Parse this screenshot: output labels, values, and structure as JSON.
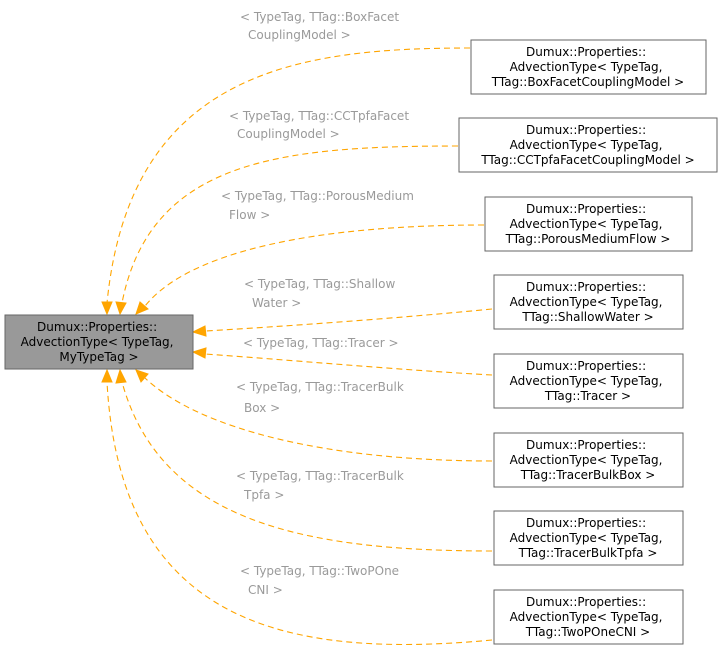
{
  "main_node": {
    "lines": [
      "Dumux::Properties::",
      "AdvectionType< TypeTag,",
      "MyTypeTag >"
    ]
  },
  "nodes": [
    {
      "id": "box-facet",
      "lines": [
        "Dumux::Properties::",
        "AdvectionType< TypeTag,",
        "TTag::BoxFacetCouplingModel >"
      ],
      "label": [
        "< TypeTag, TTag::BoxFacet",
        "CouplingModel >"
      ]
    },
    {
      "id": "cctpfa-facet",
      "lines": [
        "Dumux::Properties::",
        "AdvectionType< TypeTag,",
        "TTag::CCTpfaFacetCouplingModel >"
      ],
      "label": [
        "< TypeTag, TTag::CCTpfaFacet",
        "CouplingModel >"
      ]
    },
    {
      "id": "porous-medium",
      "lines": [
        "Dumux::Properties::",
        "AdvectionType< TypeTag,",
        "TTag::PorousMediumFlow >"
      ],
      "label": [
        "< TypeTag, TTag::PorousMedium",
        "Flow >"
      ]
    },
    {
      "id": "shallow-water",
      "lines": [
        "Dumux::Properties::",
        "AdvectionType< TypeTag,",
        "TTag::ShallowWater >"
      ],
      "label": [
        "< TypeTag, TTag::Shallow",
        "Water >"
      ]
    },
    {
      "id": "tracer",
      "lines": [
        "Dumux::Properties::",
        "AdvectionType< TypeTag,",
        "TTag::Tracer >"
      ],
      "label": [
        "< TypeTag, TTag::Tracer >"
      ]
    },
    {
      "id": "tracer-bulk-box",
      "lines": [
        "Dumux::Properties::",
        "AdvectionType< TypeTag,",
        "TTag::TracerBulkBox >"
      ],
      "label": [
        "< TypeTag, TTag::TracerBulk",
        "Box >"
      ]
    },
    {
      "id": "tracer-bulk-tpfa",
      "lines": [
        "Dumux::Properties::",
        "AdvectionType< TypeTag,",
        "TTag::TracerBulkTpfa >"
      ],
      "label": [
        "< TypeTag, TTag::TracerBulk",
        "Tpfa >"
      ]
    },
    {
      "id": "two-p-one-cni",
      "lines": [
        "Dumux::Properties::",
        "AdvectionType< TypeTag,",
        "TTag::TwoPOneCNI >"
      ],
      "label": [
        "< TypeTag, TTag::TwoPOne",
        "CNI >"
      ]
    }
  ],
  "colors": {
    "edge": "#ffa500",
    "label": "#9a9a9a",
    "main_fill": "#999999",
    "node_stroke": "#666666"
  }
}
